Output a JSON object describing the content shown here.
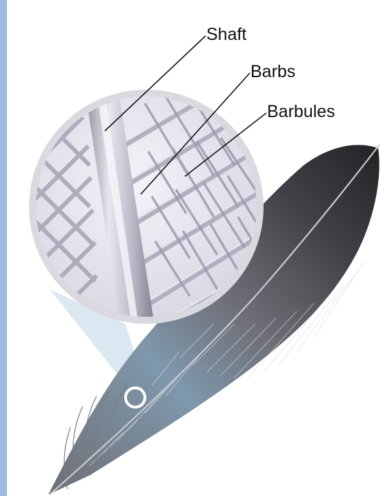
{
  "labels": {
    "shaft": "Shaft",
    "barbs": "Barbs",
    "barbules": "Barbules"
  },
  "colors": {
    "left_bar": "#9bbbe0",
    "background": "#ffffff",
    "magnifier_ring": "#d9d9df",
    "zoom_cone": "#d7e6f1",
    "feather_base": "#5a5a60",
    "feather_blue": "#7f98ac",
    "feather_dark": "#2c2b30",
    "rachis": "#c9ccd2",
    "lattice": "#a9a6b6",
    "label_text": "#111111",
    "leader_line": "#111111"
  }
}
